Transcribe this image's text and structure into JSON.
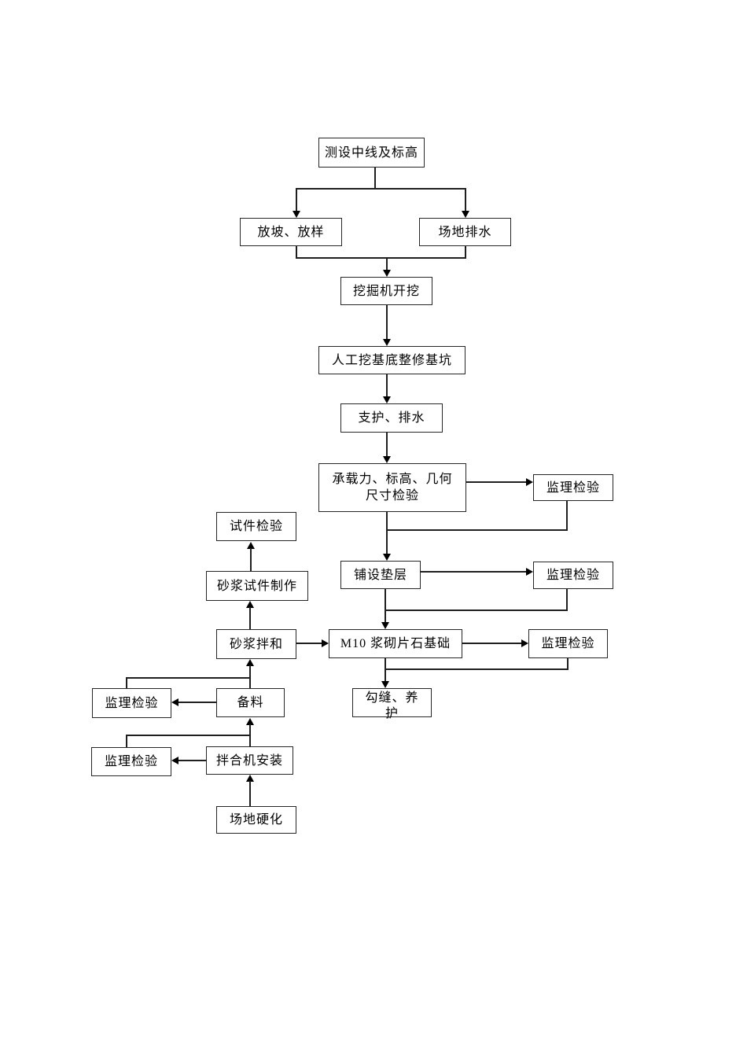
{
  "page": {
    "background": "#ffffff"
  },
  "diagram": {
    "type": "flowchart",
    "colors": {
      "line": "#1f1f1f",
      "box_border": "#262626",
      "text": "#000000",
      "background": "#ffffff"
    },
    "nodes": {
      "survey": {
        "label": "测设中线及标高"
      },
      "slope_layout": {
        "label": "放坡、放样"
      },
      "site_drainage": {
        "label": "场地排水"
      },
      "excavator_excavation": {
        "label": "挖掘机开挖"
      },
      "manual_trim_pit": {
        "label": "人工挖基底整修基坑"
      },
      "support_drainage": {
        "label": "支护、排水"
      },
      "bearing_check": {
        "label": "承载力、标高、几何\n尺寸检验"
      },
      "supervision_1": {
        "label": "监理检验"
      },
      "specimen_test": {
        "label": "试件检验"
      },
      "mortar_specimen_making": {
        "label": "砂浆试件制作"
      },
      "cushion_laying": {
        "label": "铺设垫层"
      },
      "supervision_2": {
        "label": "监理检验"
      },
      "mortar_mixing": {
        "label": "砂浆拌和"
      },
      "m10_foundation": {
        "label": "M10 浆砌片石基础"
      },
      "supervision_3": {
        "label": "监理检验"
      },
      "jointing_curing": {
        "label": "勾缝、养\n护"
      },
      "supervision_4": {
        "label": "监理检验"
      },
      "material_preparation": {
        "label": "备料"
      },
      "supervision_5": {
        "label": "监理检验"
      },
      "mixer_installation": {
        "label": "拌合机安装"
      },
      "site_hardening": {
        "label": "场地硬化"
      }
    },
    "edges": [
      {
        "from": "survey",
        "to": "slope_layout",
        "arrow": true
      },
      {
        "from": "survey",
        "to": "site_drainage",
        "arrow": true
      },
      {
        "from": "slope_layout",
        "to": "excavator_excavation",
        "arrow": true
      },
      {
        "from": "site_drainage",
        "to": "excavator_excavation",
        "arrow": true
      },
      {
        "from": "excavator_excavation",
        "to": "manual_trim_pit",
        "arrow": true
      },
      {
        "from": "manual_trim_pit",
        "to": "support_drainage",
        "arrow": true
      },
      {
        "from": "support_drainage",
        "to": "bearing_check",
        "arrow": true
      },
      {
        "from": "bearing_check",
        "to": "supervision_1",
        "arrow": true
      },
      {
        "from": "bearing_check",
        "to": "cushion_laying",
        "arrow": true
      },
      {
        "from": "supervision_1",
        "to": "cushion_laying",
        "arrow": false,
        "style": "rejoin"
      },
      {
        "from": "cushion_laying",
        "to": "supervision_2",
        "arrow": true
      },
      {
        "from": "cushion_laying",
        "to": "m10_foundation",
        "arrow": true
      },
      {
        "from": "supervision_2",
        "to": "m10_foundation",
        "arrow": false,
        "style": "rejoin"
      },
      {
        "from": "mortar_mixing",
        "to": "m10_foundation",
        "arrow": true
      },
      {
        "from": "m10_foundation",
        "to": "supervision_3",
        "arrow": true
      },
      {
        "from": "m10_foundation",
        "to": "jointing_curing",
        "arrow": true
      },
      {
        "from": "supervision_3",
        "to": "jointing_curing",
        "arrow": false,
        "style": "rejoin"
      },
      {
        "from": "mortar_mixing",
        "to": "mortar_specimen_making",
        "arrow": true
      },
      {
        "from": "mortar_specimen_making",
        "to": "specimen_test",
        "arrow": true
      },
      {
        "from": "material_preparation",
        "to": "mortar_mixing",
        "arrow": true
      },
      {
        "from": "material_preparation",
        "to": "supervision_4",
        "arrow": true
      },
      {
        "from": "supervision_4",
        "to": "mortar_mixing",
        "arrow": false,
        "style": "junction"
      },
      {
        "from": "mixer_installation",
        "to": "material_preparation",
        "arrow": true
      },
      {
        "from": "mixer_installation",
        "to": "supervision_5",
        "arrow": true
      },
      {
        "from": "supervision_5",
        "to": "material_preparation",
        "arrow": false,
        "style": "junction"
      },
      {
        "from": "site_hardening",
        "to": "mixer_installation",
        "arrow": true
      }
    ]
  }
}
